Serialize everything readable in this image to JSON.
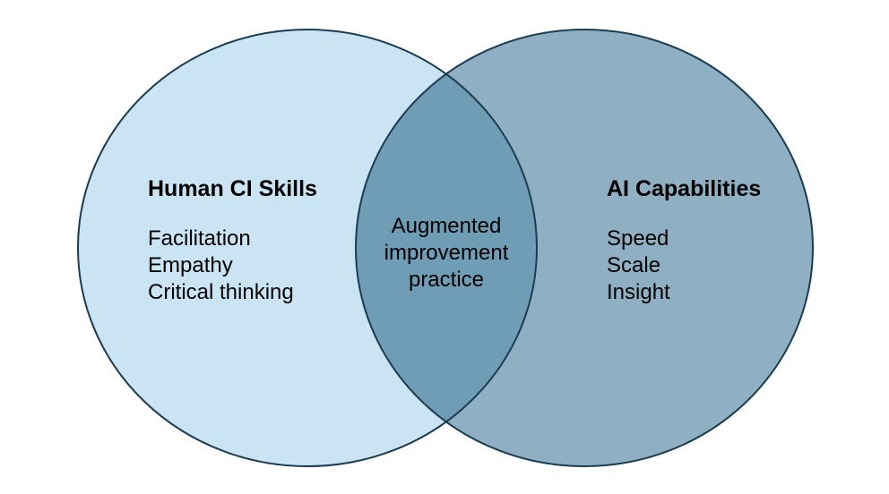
{
  "diagram": {
    "type": "venn",
    "background_color": "#ffffff",
    "stroke_color": "#1c3c51",
    "text_color": "#000000",
    "left_circle": {
      "title": "Human CI Skills",
      "items": [
        "Facilitation",
        "Empathy",
        "Critical thinking"
      ],
      "fill": "#cbe4f4"
    },
    "right_circle": {
      "title": "AI Capabilities",
      "items": [
        "Speed",
        "Scale",
        "Insight"
      ],
      "fill": "#8fb0c2"
    },
    "overlap": {
      "label": "Augmented improvement practice",
      "lines": [
        "Augmented",
        "improvement",
        "practice"
      ],
      "fill": "#6f9db6"
    }
  }
}
